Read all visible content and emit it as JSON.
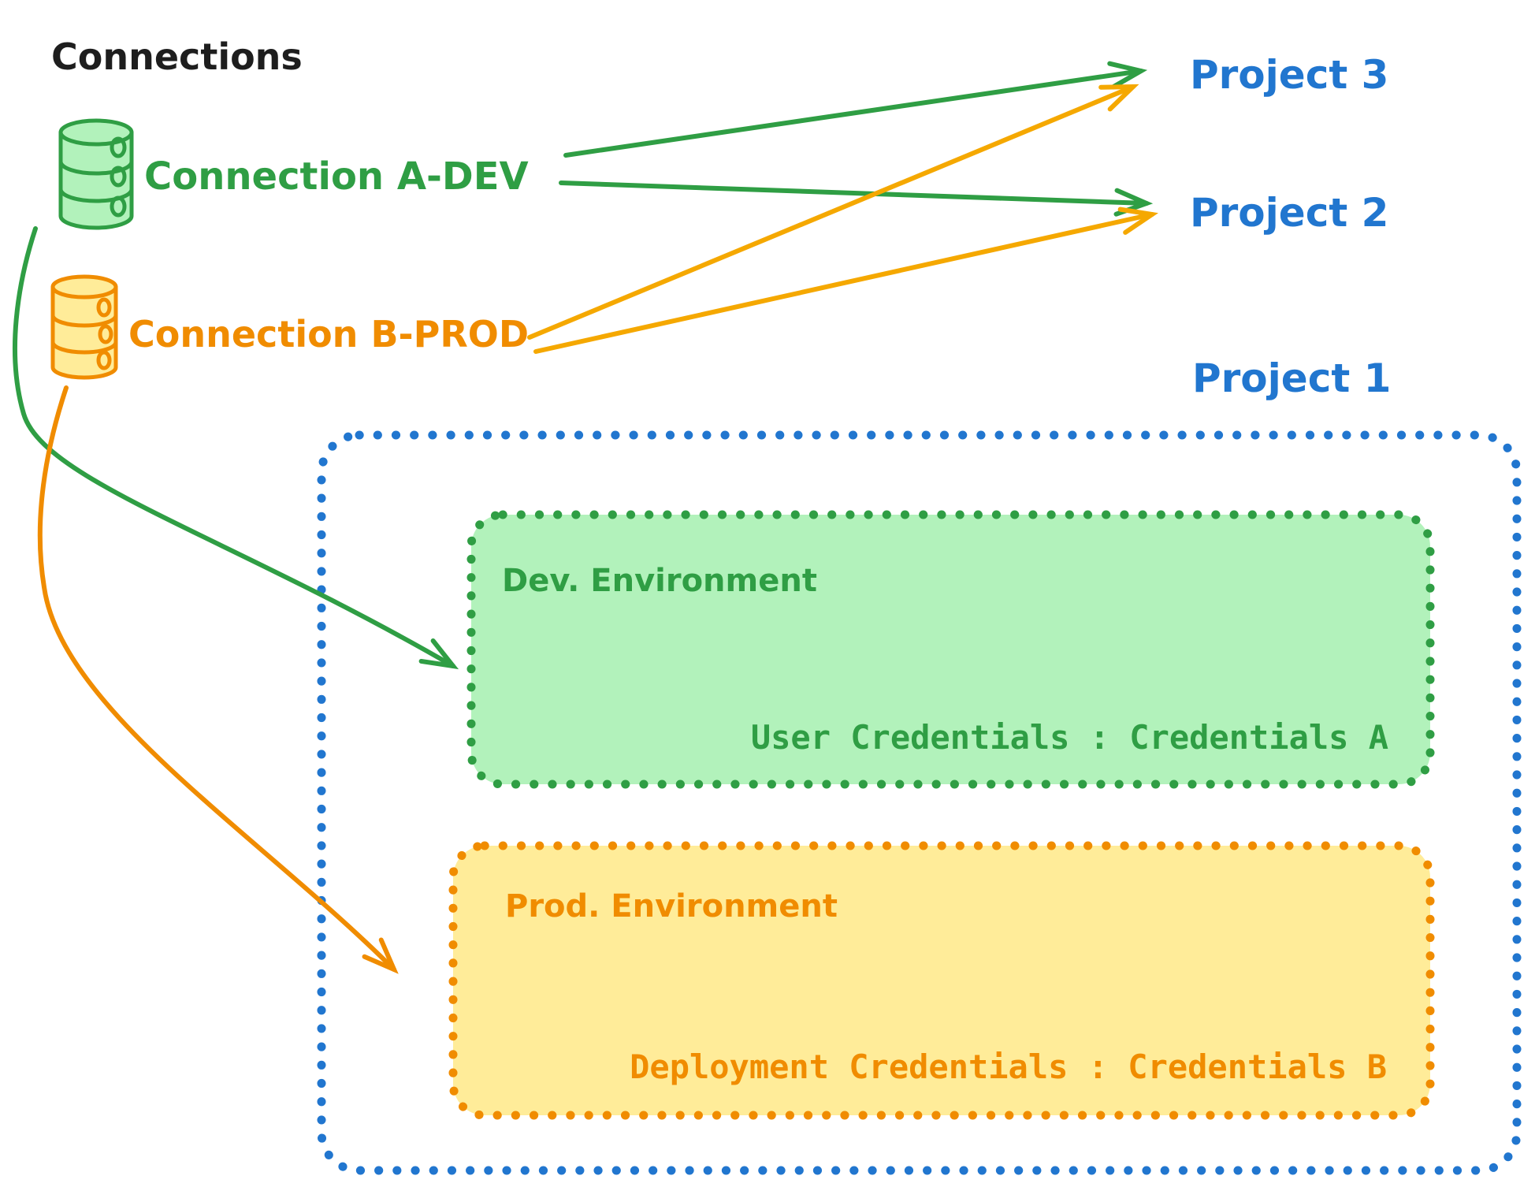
{
  "title": "Connections",
  "colors": {
    "blue": "#2176cf",
    "green": "#2f9e44",
    "green_fill": "#b2f2bb",
    "orange": "#f08c00",
    "orange_fill": "#ffec99",
    "amber": "#f5a800",
    "ink": "#1e1e1e",
    "paper": "#ffffff"
  },
  "connections": {
    "dev": {
      "label": "Connection A-DEV"
    },
    "prod": {
      "label": "Connection B-PROD"
    }
  },
  "projects": {
    "p3": "Project 3",
    "p2": "Project 2",
    "p1": "Project 1"
  },
  "dev_environment": {
    "title": "Dev. Environment",
    "credentials": "User Credentials : Credentials A"
  },
  "prod_environment": {
    "title": "Prod. Environment",
    "credentials": "Deployment Credentials : Credentials B"
  }
}
